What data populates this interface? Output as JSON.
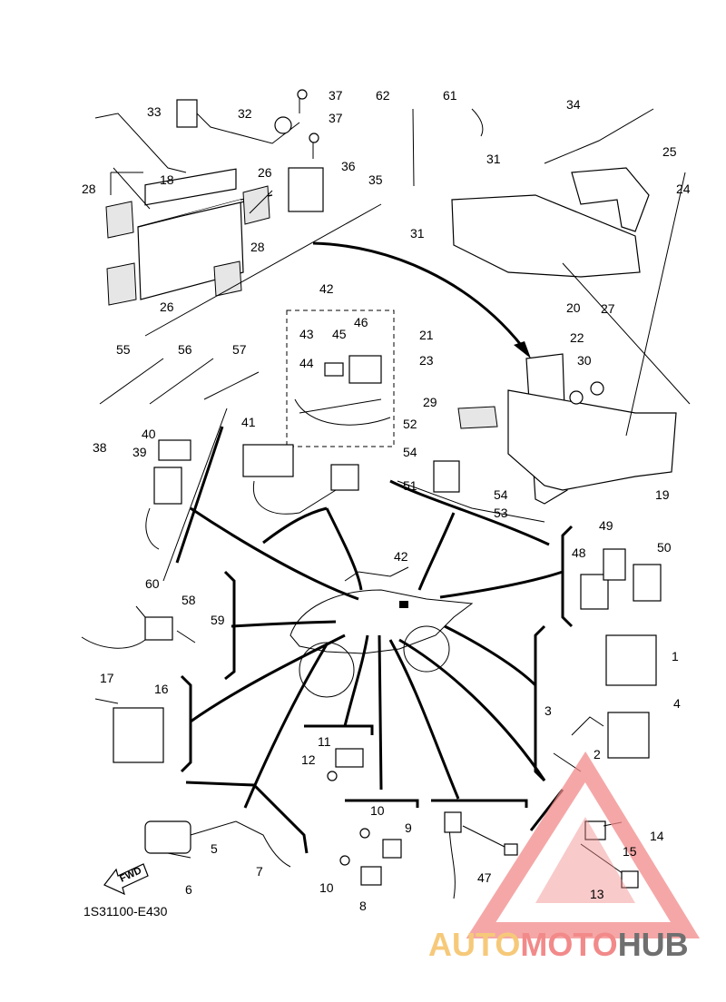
{
  "diagram_code": "1S31100-E430",
  "fwd_label": "FWD",
  "watermark": {
    "part1": "AUTO",
    "part2": "MOTO",
    "part3": "HUB"
  },
  "labels": {
    "l1": "1",
    "l3": "3",
    "l4": "4",
    "l2": "2",
    "l5": "5",
    "l6": "6",
    "l7": "7",
    "l8": "8",
    "l9": "9",
    "l10a": "10",
    "l10b": "10",
    "l11": "11",
    "l12": "12",
    "l13": "13",
    "l14": "14",
    "l15": "15",
    "l16": "16",
    "l17": "17",
    "l18": "18",
    "l19": "19",
    "l20": "20",
    "l21": "21",
    "l22": "22",
    "l23": "23",
    "l24": "24",
    "l25": "25",
    "l26a": "26",
    "l26b": "26",
    "l27": "27",
    "l28a": "28",
    "l28b": "28",
    "l29": "29",
    "l30": "30",
    "l31a": "31",
    "l31b": "31",
    "l32": "32",
    "l33": "33",
    "l34": "34",
    "l35": "35",
    "l36": "36",
    "l37a": "37",
    "l37b": "37",
    "l38": "38",
    "l39": "39",
    "l40": "40",
    "l41": "41",
    "l42a": "42",
    "l42b": "42",
    "l43": "43",
    "l44": "44",
    "l45": "45",
    "l46": "46",
    "l47": "47",
    "l48": "48",
    "l49": "49",
    "l50": "50",
    "l51": "51",
    "l52": "52",
    "l53": "53",
    "l54a": "54",
    "l54b": "54",
    "l55": "55",
    "l56": "56",
    "l57": "57",
    "l58": "58",
    "l59": "59",
    "l60": "60",
    "l61": "61",
    "l62": "62"
  },
  "colors": {
    "line": "#000000",
    "watermark_triangle": "#f28a8a"
  }
}
